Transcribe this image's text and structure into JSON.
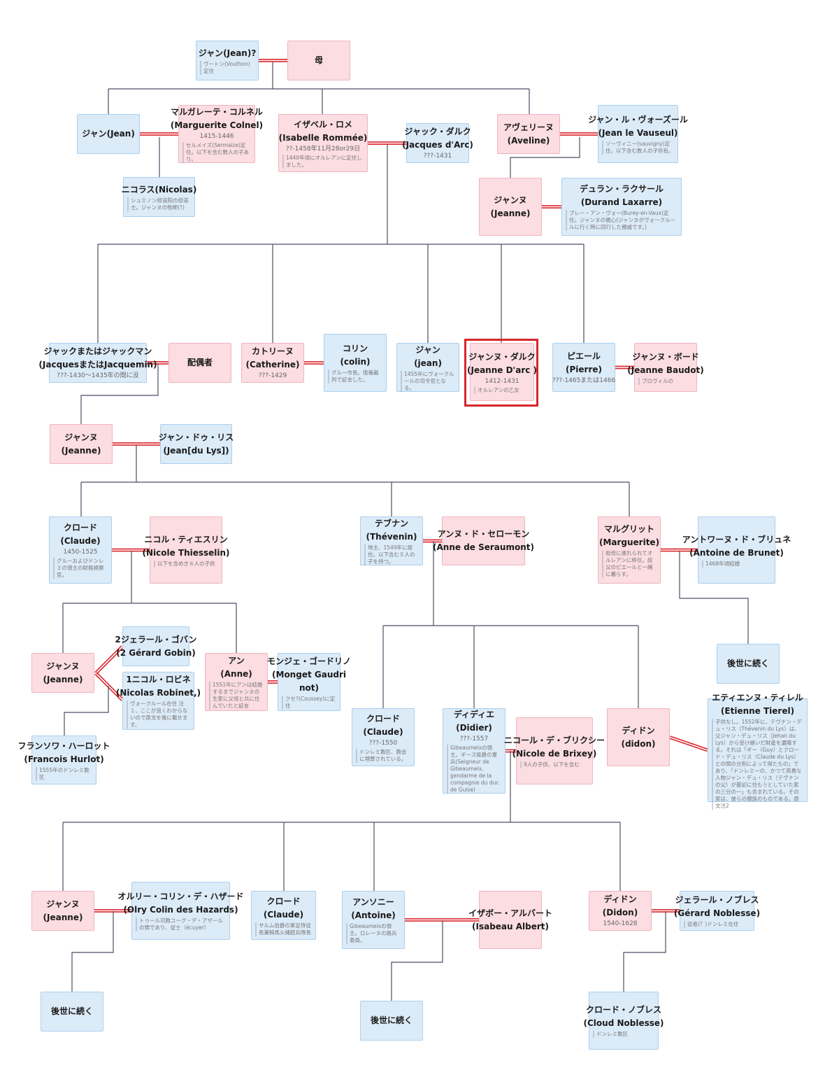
{
  "colors": {
    "male": "#dcebf8",
    "female": "#fbdde2",
    "marriage": "#d9252b",
    "line": "#4a4f63"
  },
  "n": {
    "jean_top": {
      "name": "ジャン(Jean)?",
      "note": "ヴートン(Vouthon)定住"
    },
    "mother": {
      "name": "母"
    },
    "jean1": {
      "name": "ジャン(Jean)"
    },
    "marguerite": {
      "name": "マルガレーテ・コルネル",
      "name2": "(Marguerite Colnel)",
      "dates": "1415-1446",
      "note": "セルメイズ(Sermaize)定住。以下を含む数人の子あり。"
    },
    "isabelle": {
      "name": "イザベル・ロメ",
      "name2": "(Isabelle Rommée)",
      "dates": "??-1458年11月28or29日",
      "note": "1440年頃にオルレアンに定住しました。"
    },
    "jacques_darc": {
      "name": "ジャック・ダルク",
      "name2": "(Jacques d'Arc)",
      "dates": "???-1431"
    },
    "aveline": {
      "name": "アヴェリーヌ",
      "name2": "(Aveline)"
    },
    "jean_vauseul": {
      "name": "ジャン・ル・ヴォーズール",
      "name2": "(Jean le Vauseul)",
      "note": "ソーヴィニー(sauvigny)定住。以下含む数人の子供有。"
    },
    "nicolas": {
      "name": "ニコラス(Nicolas)",
      "note": "シュミノン修道院の修道士。ジャンヌの牧師(?)"
    },
    "jeanne_av": {
      "name": "ジャンヌ",
      "name2": "(Jeanne)"
    },
    "durand": {
      "name": "デュラン・ラクサール",
      "name2": "(Durand Laxarre)",
      "note": "ブレー・アン・ヴォー(Burey-en-Vaux)定住。ジャンヌの親心(ジャンヌがヴォークルールに行く時に同行した親戚です。)"
    },
    "jacquemin": {
      "name": "ジャックまたはジャックマン",
      "name2": "(JacquesまたはJacquemin)",
      "dates": "???-1430〜1435年の間に没"
    },
    "spouse": {
      "name": "配偶者"
    },
    "catherine": {
      "name": "カトリーヌ",
      "name2": "(Catherine)",
      "dates": "???-1429"
    },
    "colin": {
      "name": "コリン",
      "name2": "(colin)",
      "note": "グルー市長。復権裁判で証言した。"
    },
    "jean_b": {
      "name": "ジャン",
      "name2": "(jean)",
      "note": "1455年にヴォークルールの司令官となる。"
    },
    "jeanne_darc": {
      "name": "ジャンヌ・ダルク",
      "name2": "(Jeanne D'arc )",
      "dates": "1412-1431",
      "note": "オルレアンの乙女"
    },
    "pierre": {
      "name": "ピエール",
      "name2": "(Pierre)",
      "dates": "???-1465または1466"
    },
    "baudot": {
      "name": "ジャンヌ・ボード",
      "name2": "(Jeanne Baudot)",
      "note": "ブロヴィルの"
    },
    "jeanne2": {
      "name": "ジャンヌ",
      "name2": "(Jeanne)"
    },
    "jean_lys": {
      "name": "ジャン・ドゥ・リス",
      "name2": "(Jean[du Lys])"
    },
    "claude1": {
      "name": "クロード",
      "name2": "(Claude)",
      "dates": "1450-1525",
      "note": "グルーおよびドンレミの領主の財務検察官。"
    },
    "nicole_t": {
      "name": "ニコル・ティエスリン",
      "name2": "(Nicole Thiesselin)",
      "note": "以下を含めき８人の子供"
    },
    "thevenin": {
      "name": "テブナン",
      "name2": "(Thévenin)",
      "note": "地主、1549年に居住。以下含む５人の子を持つ。"
    },
    "anne_s": {
      "name": "アンヌ・ド・セローモン",
      "name2": "(Anne de Seraumont)"
    },
    "marguerite2": {
      "name": "マルグリット",
      "name2": "(Marguerite)",
      "note": "祖母に連れられてオルレアンに移住。叔父のピエールと一緒に暮らす。"
    },
    "antoine_b": {
      "name": "アントワーヌ・ド・ブリュネ",
      "name2": "(Antoine de Brunet)",
      "note": "1468年頃結婚"
    },
    "desc1": {
      "name": "後世に続く"
    },
    "jeanne3": {
      "name": "ジャンヌ",
      "name2": "(Jeanne)"
    },
    "gobin": {
      "name": "2ジェラール・ゴバン",
      "name2": "(2 Gérard Gobin)"
    },
    "robinet": {
      "name": "1ニコル・ロビネ",
      "name2": "(Nicolas Robinet,)",
      "note": "ヴォークルール在住 注１、ここが良くわからないので原文を後に載せます。"
    },
    "anne": {
      "name": "アン",
      "name2": "(Anne)",
      "note": "1551年にアンは結婚するまでジャンヌの生家に父母と共に住んでいたと証言"
    },
    "gaudri": {
      "name": "モンジェ・ゴードリノ",
      "name2": "(Monget Gaudri",
      "name3": "not)",
      "note": "クセ?(Coussey)に定住"
    },
    "claude2": {
      "name": "クロード",
      "name2": "(Claude)",
      "dates": "???-1550",
      "note": "ドンレミ教区、教会に埋葬されている。"
    },
    "didier": {
      "name": "ディディエ",
      "name2": "(Didier)",
      "dates": "???-1557",
      "note": "Gibeaumeixの領主。ギーズ侯爵の憲兵(Seigneur de Gibeaumeix, gendarme de la compagnie du duc de Guise)"
    },
    "brixey": {
      "name": "ニコール・デ・ブリクシー",
      "name2": "(Nicole de Brixey)",
      "note": "9人の子供、以下を含む"
    },
    "didon": {
      "name": "ディドン",
      "name2": "(didon)"
    },
    "tierel": {
      "name": "エティエンヌ・ティレル",
      "name2": "(Etienne Tierel)",
      "note": "子供なし。1552年に、テヴナン・デュ・リス（Thévenin du Lys）は、父ジャン・デュ・リス（Jehan du Lys）から受け継いだ財産を遺贈する。それは「ギー（Guy）とクロード・デュ・リス（Claude du Lys）との間の分割によって得たもの」であり、「ドンレミーの、かつて高貴な人物ジャン・デュ・リス（テヴナンの父）が最初に住もうとしていた家の三分の一」も含まれている。その家は、彼らの親族のものである。原文注2"
    },
    "hurlot": {
      "name": "フランソワ・ハーロット",
      "name2": "(Francois Hurlot)",
      "note": "1555年のドンレミ教区"
    },
    "jeanne4": {
      "name": "ジャンヌ",
      "name2": "(Jeanne)"
    },
    "olry": {
      "name": "オルリー・コリン・デ・ハザード",
      "name2": "(Olry Colin des Hazards)",
      "note": "トゥール司教ユーグ・デ・アザールの甥であり、従士（écuyer）"
    },
    "claude3": {
      "name": "クロード",
      "name2": "(Claude)",
      "note": "サルム伯爵の軍足侍従長兼騎馬火縄銃兵隊長"
    },
    "antoine": {
      "name": "アンソニー",
      "name2": "(Antoine)",
      "note": "Gibeaumeixの領主。ロレーヌの路兵委員。"
    },
    "isabeau": {
      "name": "イザボー・アルバート",
      "name2": "(Isabeau Albert)"
    },
    "didon2": {
      "name": "ディドン",
      "name2": "(Didon)",
      "dates": "1540-1628"
    },
    "noblesse": {
      "name": "ジェラール・ノブレス",
      "name2": "(Gérard Noblesse)",
      "note": "従者(？)ドンレミ在住"
    },
    "desc2": {
      "name": "後世に続く"
    },
    "desc3": {
      "name": "後世に続く"
    },
    "cloud": {
      "name": "クロード・ノブレス",
      "name2": "(Cloud Noblesse)",
      "note": "ドンレミ教区"
    }
  }
}
